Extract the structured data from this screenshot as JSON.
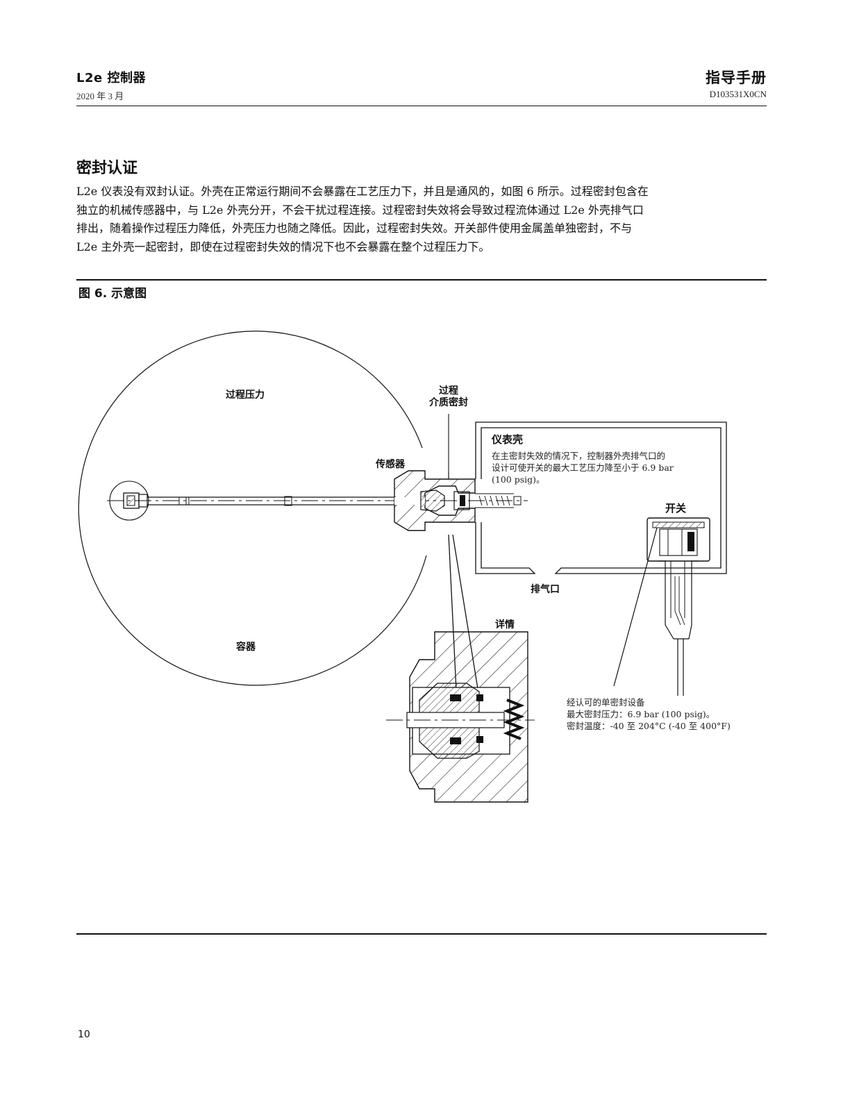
{
  "header": {
    "left_title": "L2e 控制器",
    "left_date": "2020 年 3 月",
    "right_title": "指导手册",
    "right_doc": "D103531X0CN"
  },
  "section": {
    "title": "密封认证",
    "paragraph_lines": [
      "L2e 仪表没有双封认证。外壳在正常运行期间不会暴露在工艺压力下，并且是通风的，如图 6 所示。过程密封包含在",
      "独立的机械传感器中，与 L2e 外壳分开，不会干扰过程连接。过程密封失效将会导致过程流体通过 L2e 外壳排气口",
      "排出，随着操作过程压力降低，外壳压力也随之降低。因此，过程密封失效。开关部件使用金属盖单独密封，不与",
      "L2e 主外壳一起密封，即使在过程密封失效的情况下也不会暴露在整个过程压力下。"
    ]
  },
  "figure": {
    "caption": "图 6. 示意图",
    "labels": {
      "process_pressure": "过程压力",
      "process_media_seal_line1": "过程",
      "process_media_seal_line2": "介质密封",
      "sensor": "传感器",
      "instrument_housing": "仪表壳",
      "housing_note_line1": "在主密封失效的情况下，控制器外壳排气口的",
      "housing_note_line2": "设计可使开关的最大工艺压力降至小于 6.9 bar",
      "housing_note_line3": "(100 psig)。",
      "switch": "开关",
      "vent": "排气口",
      "detail": "详情",
      "vessel": "容器",
      "seal_note_line1": "经认可的单密封设备",
      "seal_note_line2": "最大密封压力：6.9 bar (100 psig)。",
      "seal_note_line3": "密封温度：-40 至 204°C (-40 至 400°F)"
    }
  },
  "footer": {
    "page_number": "10"
  }
}
